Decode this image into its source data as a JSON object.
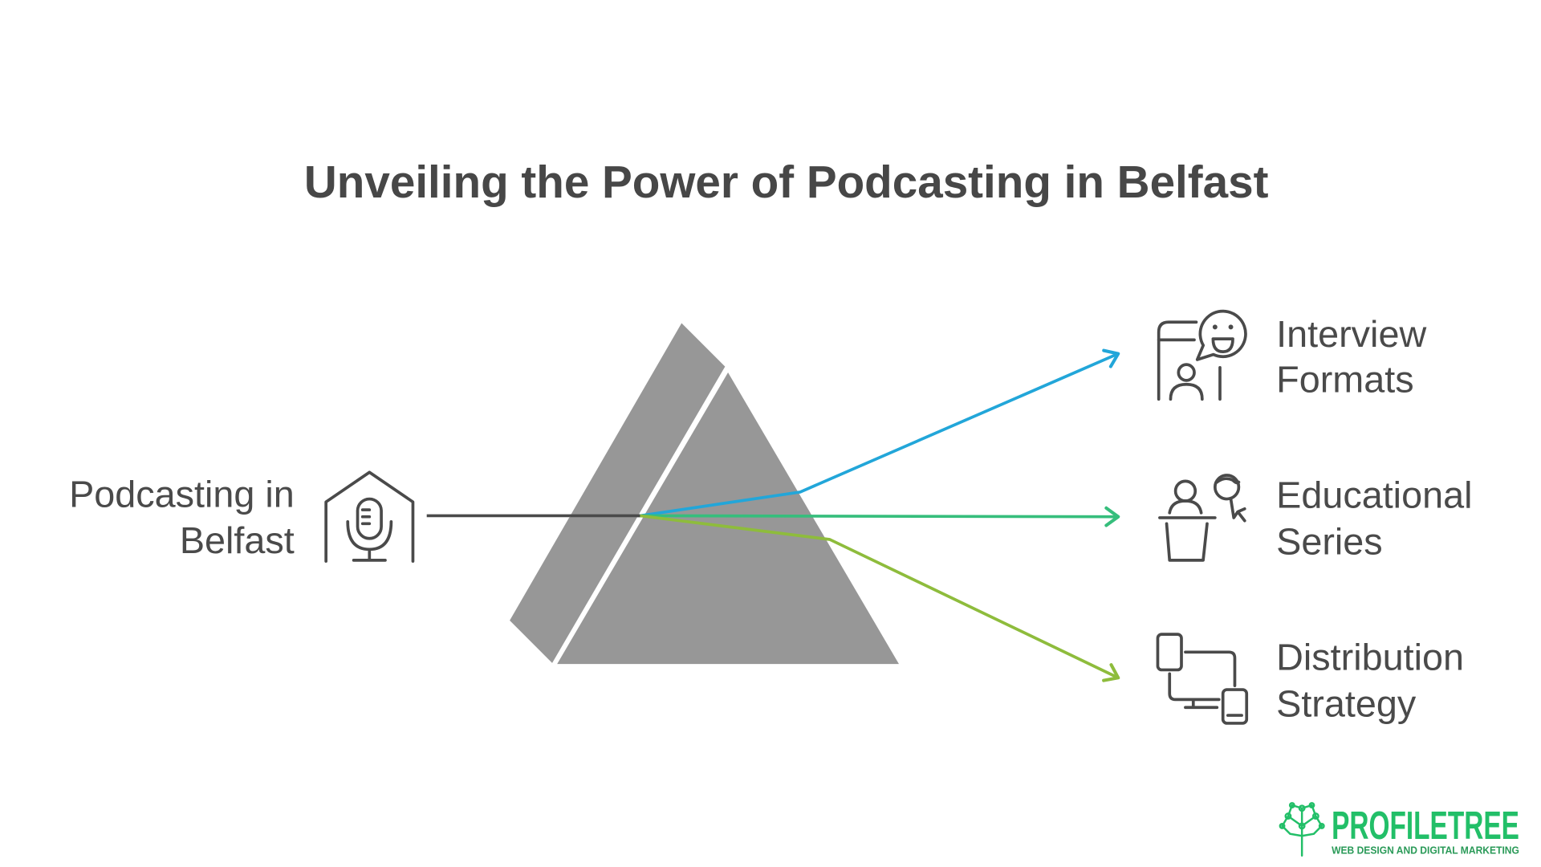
{
  "title": "Unveiling the Power of Podcasting in Belfast",
  "colors": {
    "background": "#ffffff",
    "text": "#474747",
    "prism": "#979797",
    "input_ray": "#4a4a4a",
    "icon_stroke": "#4a4a4a",
    "logo_green": "#22bf68"
  },
  "source": {
    "label_lines": [
      "Podcasting in",
      "Belfast"
    ],
    "icon": "podcast-studio-icon"
  },
  "outputs": [
    {
      "label_lines": [
        "Interview",
        "Formats"
      ],
      "icon": "interview-icon",
      "color": "#22a6d9"
    },
    {
      "label_lines": [
        "Educational",
        "Series"
      ],
      "icon": "educational-series-icon",
      "color": "#36be7c"
    },
    {
      "label_lines": [
        "Distribution",
        "Strategy"
      ],
      "icon": "distribution-devices-icon",
      "color": "#8ebc3c"
    }
  ],
  "logo": {
    "name": "PROFILETREE",
    "tagline": "WEB DESIGN AND DIGITAL MARKETING",
    "icon": "tree-network-icon"
  }
}
